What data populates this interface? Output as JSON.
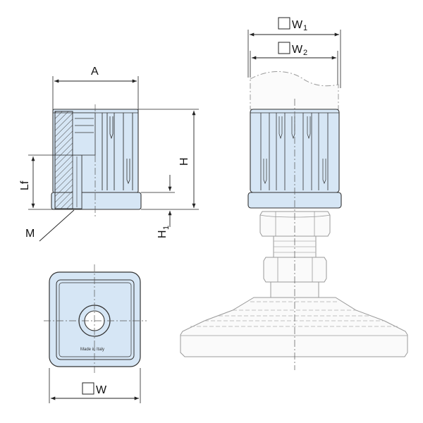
{
  "labels": {
    "a": "A",
    "h": "H",
    "lf": "Lf",
    "m": "M",
    "h1": "H",
    "h1_sub": "1",
    "w": "W",
    "w1": "W",
    "w1_sub": "1",
    "w2": "W",
    "w2_sub": "2",
    "made_in_italy": "Made in Italy"
  },
  "colors": {
    "part_fill": "#d6e6f5",
    "part_stroke": "#333333",
    "dim_stroke": "#222222",
    "hatch": "#444444",
    "centerline": "#555555",
    "ghost_stroke": "#9a9a9a",
    "ghost_fill": "#f7f7f7"
  },
  "icons": {
    "square_symbol": "square-outline"
  }
}
